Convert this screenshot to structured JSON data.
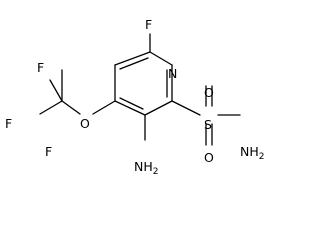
{
  "molecule": {
    "atoms": {
      "fluoro_f": "F",
      "ring_n": "N",
      "cf3_f_top": "F",
      "cf3_f_left": "F",
      "cf3_f_right": "F",
      "ether_o": "O",
      "sulfonyl_s": "S",
      "sulfonyl_o_top": "O",
      "sulfonyl_o_bottom": "O",
      "sulfonamide_n": "NH",
      "sulfonamide_n_sub": "2",
      "amino_n": "NH",
      "amino_n_sub": "2"
    }
  }
}
